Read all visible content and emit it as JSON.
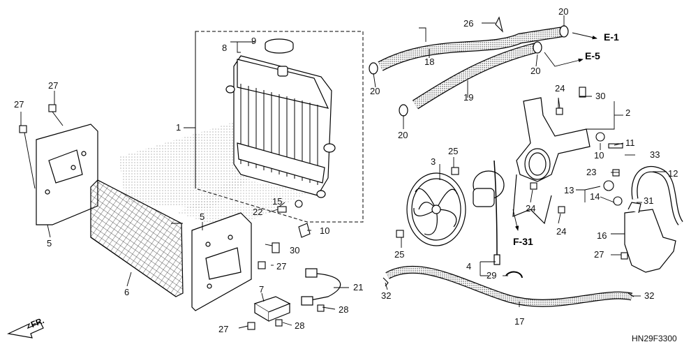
{
  "diagram": {
    "code": "HN29F3300",
    "front_marker": "FR.",
    "references": [
      "E-1",
      "E-5",
      "F-31"
    ],
    "callouts": [
      "1",
      "2",
      "3",
      "4",
      "5",
      "5",
      "6",
      "7",
      "8",
      "9",
      "10",
      "10",
      "11",
      "12",
      "13",
      "14",
      "15",
      "16",
      "17",
      "18",
      "19",
      "20",
      "20",
      "20",
      "20",
      "20",
      "21",
      "22",
      "23",
      "24",
      "24",
      "24",
      "25",
      "25",
      "26",
      "27",
      "27",
      "27",
      "27",
      "27",
      "28",
      "28",
      "29",
      "30",
      "30",
      "31",
      "32",
      "32",
      "33"
    ]
  },
  "colors": {
    "line": "#000000",
    "stipple": "#555555",
    "background": "#ffffff"
  }
}
